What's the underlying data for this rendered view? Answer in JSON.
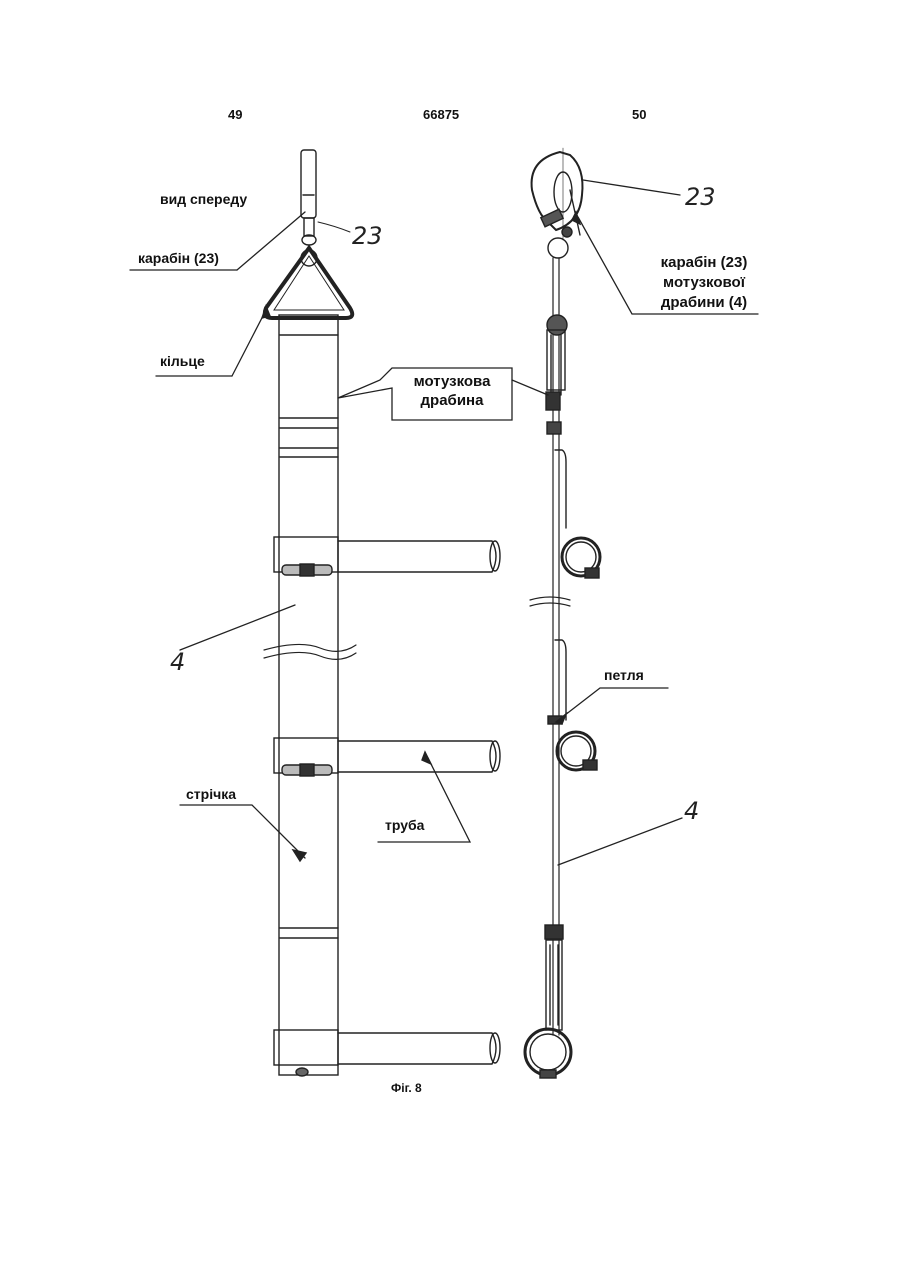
{
  "header": {
    "left_page": "49",
    "doc_number": "66875",
    "right_page": "50"
  },
  "labels": {
    "front_view": "вид спереду",
    "carabiner": "карабін (23)",
    "ring": "кільце",
    "rope_ladder_l1": "мотузкова",
    "rope_ladder_l2": "драбина",
    "carabiner_right_l1": "карабін (23)",
    "carabiner_right_l2": "мотузкової",
    "carabiner_right_l3": "драбини (4)",
    "loop": "петля",
    "strap": "стрічка",
    "pipe": "труба",
    "ref_23_left": "23",
    "ref_23_right": "23",
    "ref_4_left": "4",
    "ref_4_right": "4"
  },
  "caption": "Фіг. 8"
}
